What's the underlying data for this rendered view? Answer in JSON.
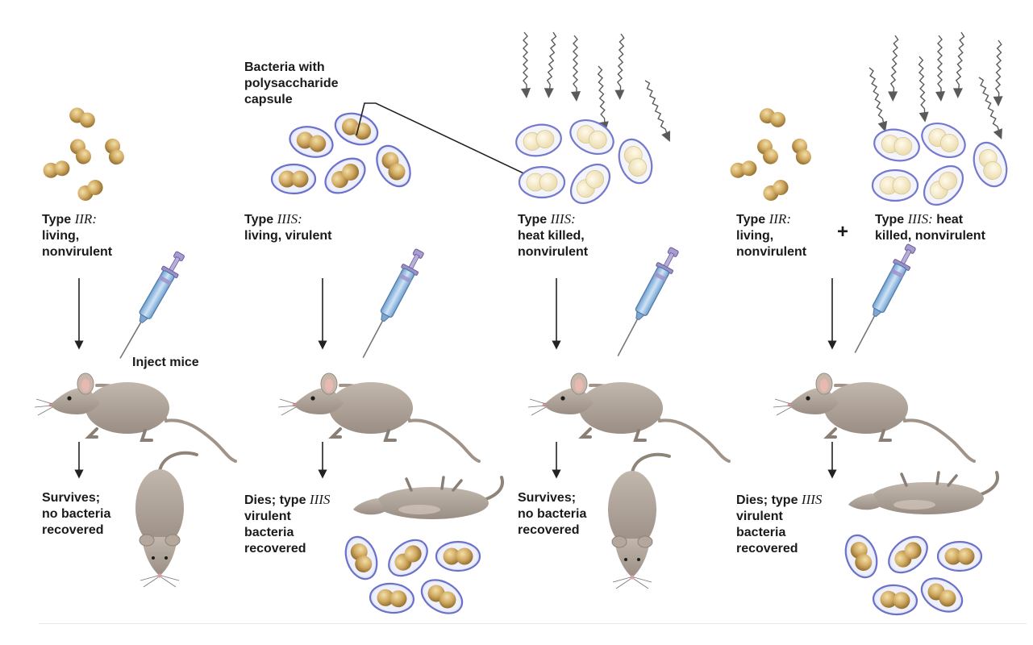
{
  "panels": [
    {
      "type_prefix": "Type",
      "type_name": "IIR:",
      "line2": "living,",
      "line3": "nonvirulent",
      "outcome1": "Survives;",
      "outcome2": "no bacteria",
      "outcome3": "recovered"
    },
    {
      "type_prefix": "Type",
      "type_name": "IIIS:",
      "line2": "living, virulent",
      "outcome1": "Dies; type",
      "outcome1_type": "IIIS",
      "outcome2": "virulent",
      "outcome3": "bacteria",
      "outcome4": "recovered"
    },
    {
      "type_prefix": "Type",
      "type_name": "IIIS:",
      "line2": "heat killed,",
      "line3": "nonvirulent",
      "outcome1": "Survives;",
      "outcome2": "no bacteria",
      "outcome3": "recovered"
    },
    {
      "type_prefix": "Type",
      "type_name": "IIR:",
      "line2": "living,",
      "line3": "nonvirulent",
      "plus": "+",
      "mix_prefix": "Type",
      "mix_type": "IIIS:",
      "mix_line1_rest": "heat",
      "mix_line2": "killed, nonvirulent",
      "outcome1": "Dies; type",
      "outcome1_type": "IIIS",
      "outcome2": "virulent",
      "outcome3": "bacteria",
      "outcome4": "recovered"
    }
  ],
  "callout": {
    "line1": "Bacteria with",
    "line2": "polysaccharide",
    "line3": "capsule"
  },
  "inject_label": "Inject mice",
  "colors": {
    "bacteria_gold": "#c8a35a",
    "capsule_blue": "#6b70c9",
    "heat_killed_fill": "#f3e7c3",
    "mouse_gray": "#a79c93",
    "syringe_blue": "#8fb8e0",
    "heat_wave": "#555555"
  }
}
